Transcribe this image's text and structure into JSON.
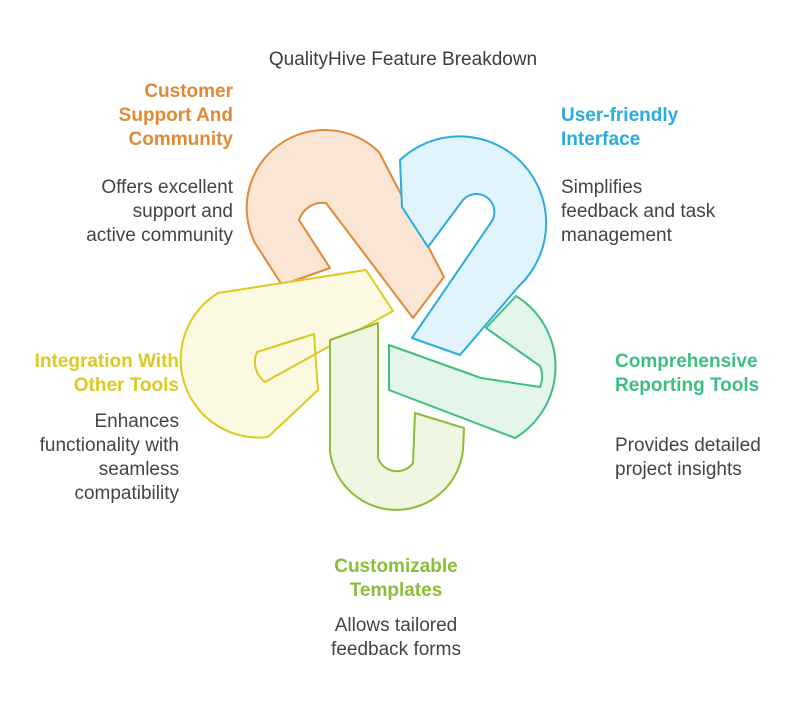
{
  "title": "QualityHive Feature Breakdown",
  "features": [
    {
      "heading": [
        "Customer",
        "Support And",
        "Community"
      ],
      "description": [
        "Offers excellent",
        "support and",
        "active community"
      ],
      "color": "#e08a35",
      "fill": "#fbe6d6"
    },
    {
      "heading": [
        "User-friendly",
        "Interface"
      ],
      "description": [
        "Simplifies",
        "feedback and task",
        "management"
      ],
      "color": "#2aace0",
      "fill": "#e2f4fb"
    },
    {
      "heading": [
        "Comprehensive",
        "Reporting Tools"
      ],
      "description": [
        "Provides detailed",
        "project insights"
      ],
      "color": "#3dbf80",
      "fill": "#e4f6ec"
    },
    {
      "heading": [
        "Customizable",
        "Templates"
      ],
      "description": [
        "Allows tailored",
        "feedback forms"
      ],
      "color": "#8cbd3a",
      "fill": "#eff6e2"
    },
    {
      "heading": [
        "Integration With",
        "Other Tools"
      ],
      "description": [
        "Enhances",
        "functionality with",
        "seamless",
        "compatibility"
      ],
      "color": "#dcc922",
      "fill": "#fbf9e1"
    }
  ]
}
